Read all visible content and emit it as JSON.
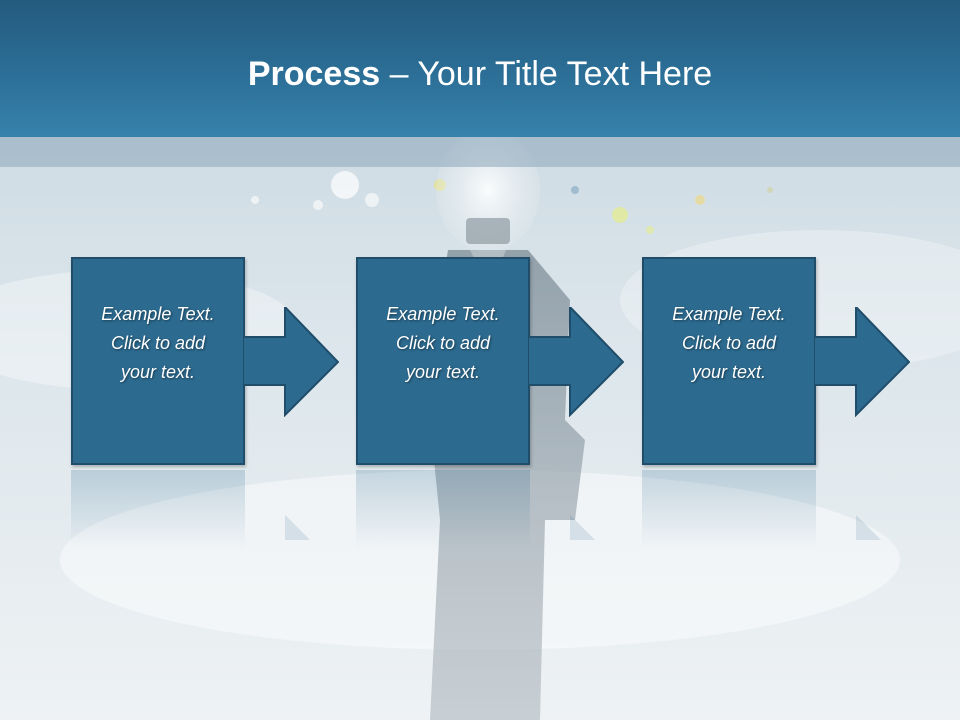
{
  "slide": {
    "title_bold": "Process",
    "title_rest": " – Your Title Text Here"
  },
  "steps": [
    {
      "line1": "Example Text.",
      "line2": "Click  to add",
      "line3": "your text."
    },
    {
      "line1": "Example Text.",
      "line2": "Click  to add",
      "line3": "your text."
    },
    {
      "line1": "Example Text.",
      "line2": "Click  to add",
      "line3": "your text."
    }
  ],
  "colors": {
    "title_bar": "#2c6f97",
    "step_fill": "#2c6a8f",
    "step_border": "#1f4d6a",
    "title_text": "#ffffff"
  },
  "icons": {
    "arrow": "arrow-right-icon",
    "background": "lightbulb-head-businessman"
  }
}
